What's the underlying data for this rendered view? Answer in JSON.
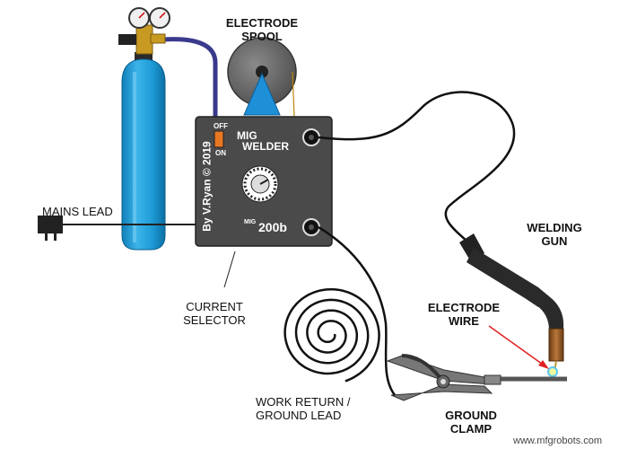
{
  "labels": {
    "electrode_spool": [
      "ELECTRODE",
      "SPOOL"
    ],
    "mains_lead": "MAINS LEAD",
    "current_selector": [
      "CURRENT",
      "SELECTOR"
    ],
    "welding_gun": [
      "WELDING",
      "GUN"
    ],
    "electrode_wire": [
      "ELECTRODE",
      "WIRE"
    ],
    "work_return": [
      "WORK RETURN /",
      "GROUND LEAD"
    ],
    "ground_clamp": [
      "GROUND",
      "CLAMP"
    ]
  },
  "machine": {
    "off_label": "OFF",
    "on_label": "ON",
    "title_line1": "MIG",
    "title_line2": "WELDER",
    "model_prefix": "MIG",
    "model_number": "200b",
    "credit": "By V.Ryan © 2019"
  },
  "watermark": "www.mfgrobots.com",
  "colors": {
    "cylinder": "#1e9bd6",
    "machine": "#4a4a4a",
    "spool_cone": "#1e90d8",
    "hose": "#3a3a8c",
    "switch": "#e87722",
    "pointer": "#e02020"
  }
}
